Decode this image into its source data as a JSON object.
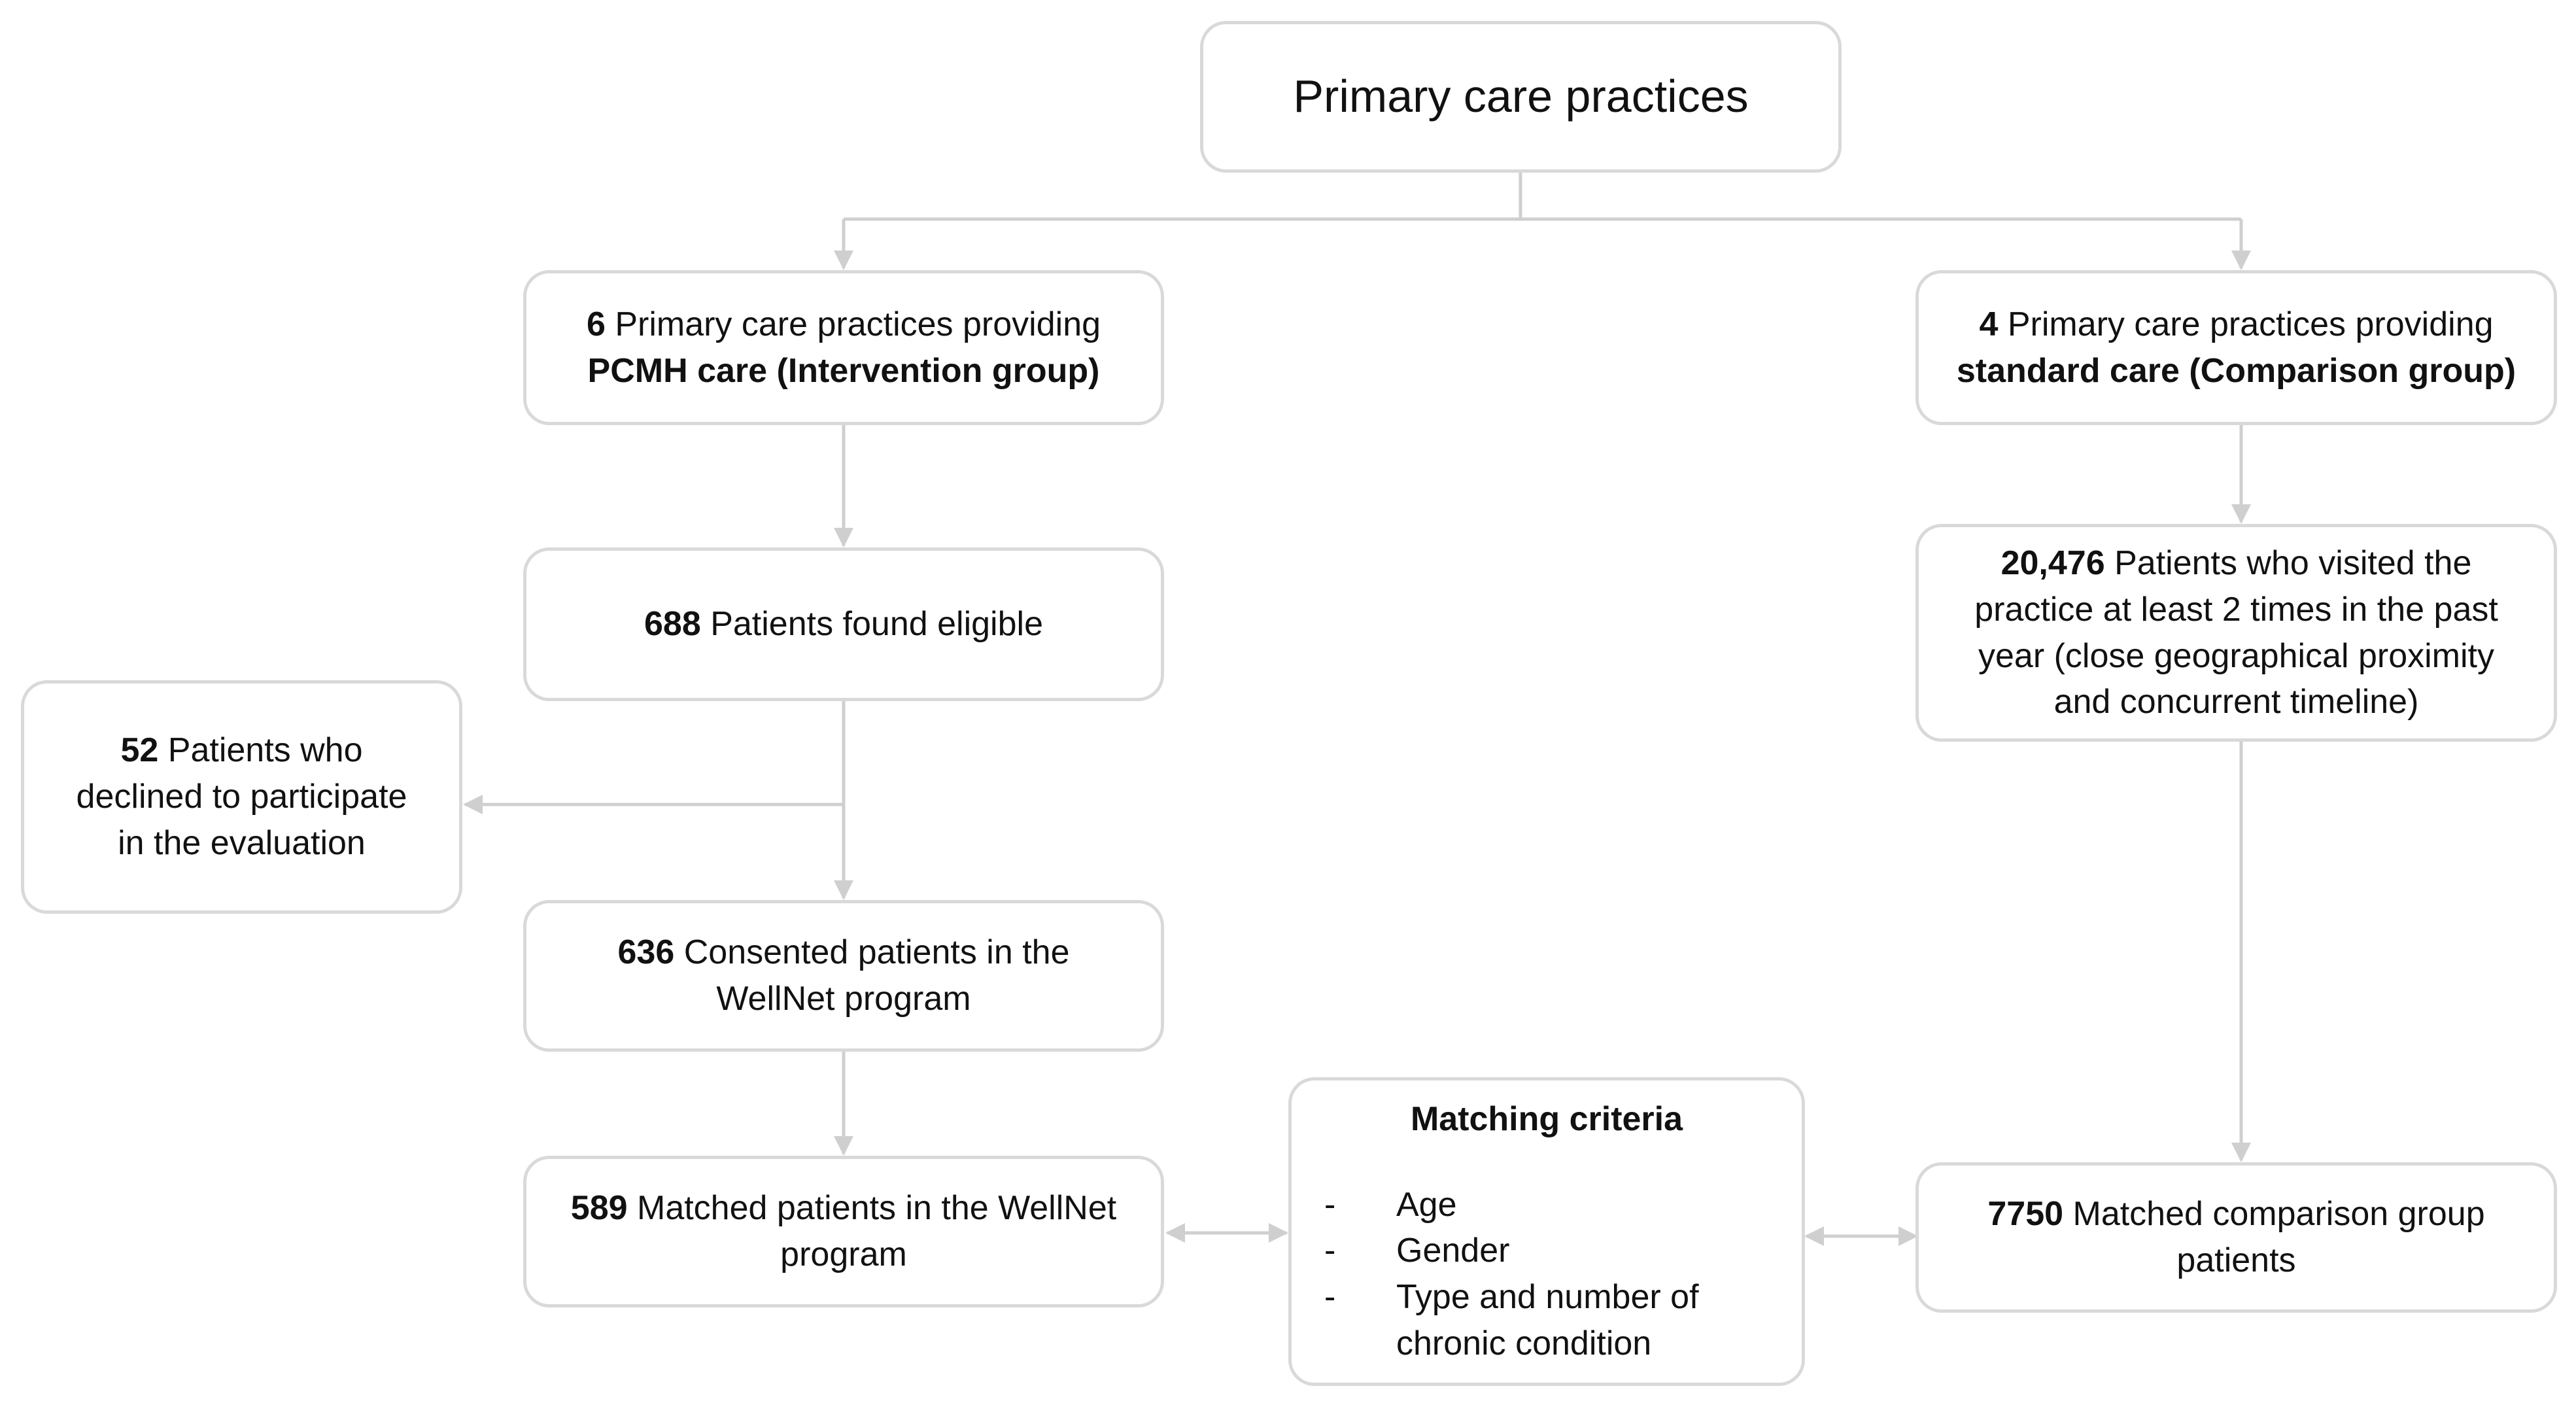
{
  "top": {
    "title": "Primary care practices"
  },
  "intervention": {
    "practices": {
      "count": "6",
      "line1": "Primary care practices providing",
      "line2": "PCMH care (Intervention group)"
    },
    "eligible": {
      "count": "688",
      "text": "Patients found eligible"
    },
    "declined": {
      "count": "52",
      "line1": "Patients who",
      "line2": "declined to participate",
      "line3": "in the evaluation"
    },
    "consented": {
      "count": "636",
      "line1": "Consented patients in the",
      "line2": "WellNet program"
    },
    "matched": {
      "count": "589",
      "line1": "Matched patients in the WellNet",
      "line2": "program"
    }
  },
  "comparison": {
    "practices": {
      "count": "4",
      "line1": "Primary care practices providing",
      "line2": "standard care (Comparison group)"
    },
    "visited": {
      "count": "20,476",
      "line1": "Patients who visited the",
      "line2": "practice at least 2 times in the past",
      "line3": "year (close geographical proximity",
      "line4": "and concurrent timeline)"
    },
    "matched": {
      "count": "7750",
      "line1": "Matched comparison group",
      "line2": "patients"
    }
  },
  "matching": {
    "title": "Matching criteria",
    "bullet": "-",
    "items": [
      "Age",
      "Gender",
      "Type and number of",
      "chronic condition"
    ]
  }
}
